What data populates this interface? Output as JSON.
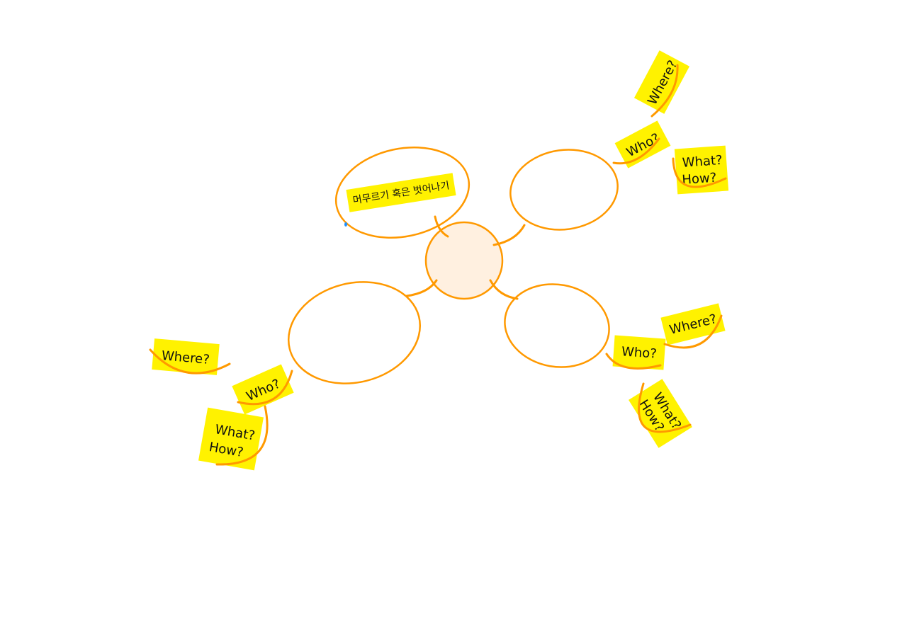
{
  "colors": {
    "background": "#ffffff",
    "stroke": "#FF9900",
    "center_fill": "#FFF0E0",
    "sticky": "#FFF200",
    "dot": "#1E90FF"
  },
  "center_label": "",
  "branches": [
    {
      "label": "머무르기 혹은 벗어나기",
      "notes": []
    },
    {
      "label": "",
      "notes": [
        {
          "lines": [
            "Where?"
          ]
        },
        {
          "lines": [
            "Who?"
          ]
        },
        {
          "lines": [
            "What?",
            "How?"
          ]
        }
      ]
    },
    {
      "label": "",
      "notes": [
        {
          "lines": [
            "Where?"
          ]
        },
        {
          "lines": [
            "Who?"
          ]
        },
        {
          "lines": [
            "What?",
            "How?"
          ]
        }
      ]
    },
    {
      "label": "",
      "notes": [
        {
          "lines": [
            "Where?"
          ]
        },
        {
          "lines": [
            "Who?"
          ]
        },
        {
          "lines": [
            "What?",
            "How?"
          ]
        }
      ]
    }
  ]
}
